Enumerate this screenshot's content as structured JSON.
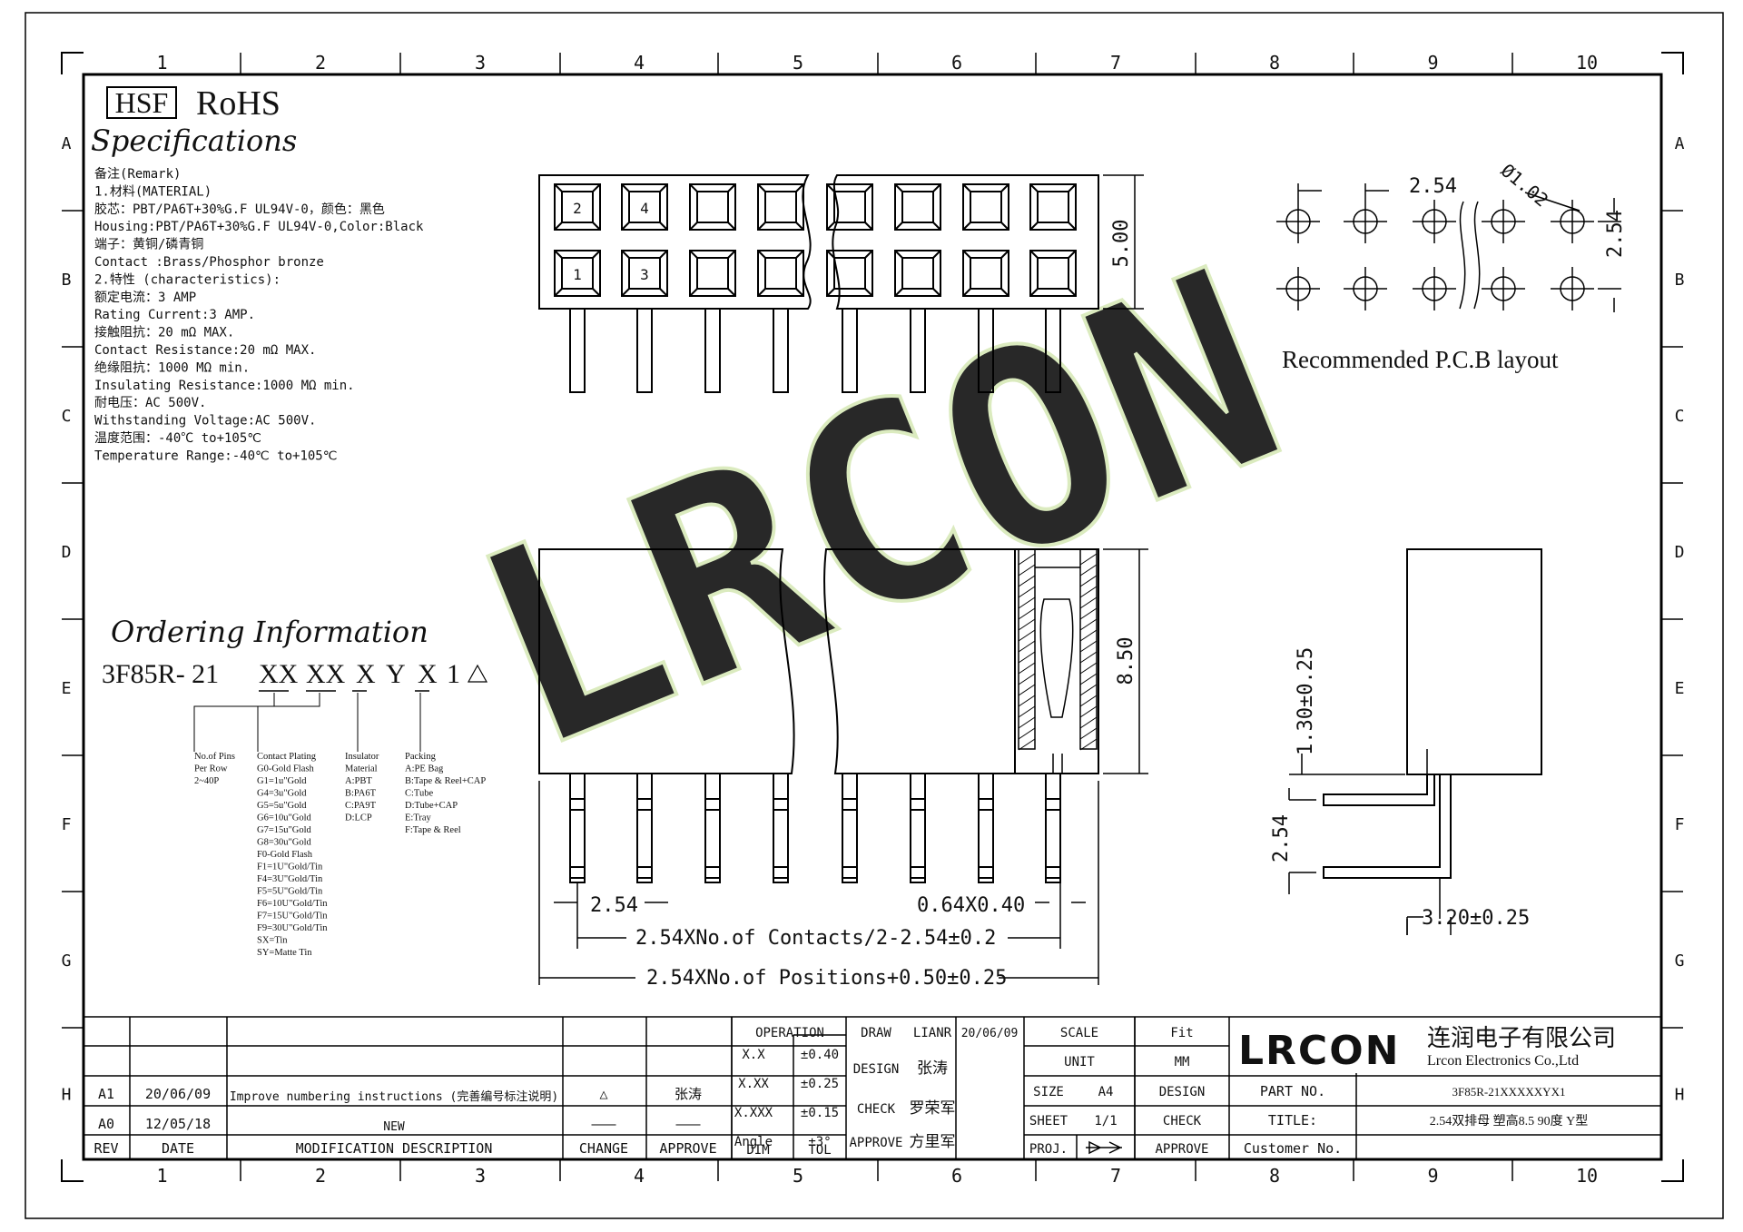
{
  "border": {
    "columns": [
      "1",
      "2",
      "3",
      "4",
      "5",
      "6",
      "7",
      "8",
      "9",
      "10"
    ],
    "rows": [
      "A",
      "B",
      "C",
      "D",
      "E",
      "F",
      "G",
      "H"
    ]
  },
  "header": {
    "hsf": "HSF",
    "rohs": "RoHS",
    "specifications": "Specifications"
  },
  "remarks": [
    "备注(Remark)",
    "1.材料(MATERIAL)",
    "胶芯：PBT/PA6T+30%G.F UL94V-0，颜色：黑色",
    "Housing:PBT/PA6T+30%G.F UL94V-0,Color:Black",
    "端子：黄铜/磷青铜",
    "Contact :Brass/Phosphor bronze",
    "2.特性 (characteristics):",
    "额定电流：3 AMP",
    "Rating Current:3 AMP.",
    "接触阻抗：20 mΩ MAX.",
    "Contact Resistance:20 mΩ MAX.",
    "绝缘阻抗：1000 MΩ min.",
    "Insulating Resistance:1000 MΩ  min.",
    "耐电压：AC 500V.",
    "Withstanding Voltage:AC 500V.",
    "温度范围：-40℃ to+105℃",
    "Temperature Range:-40℃ to+105℃"
  ],
  "top_view": {
    "pin_numbers": [
      "2",
      "4",
      "1",
      "3"
    ],
    "height_dim": "5.00"
  },
  "pcb_layout": {
    "pitch_h": "2.54",
    "hole_dia": "Ø1.02",
    "pitch_v": "2.54",
    "caption": "Recommended P.C.B layout"
  },
  "front_view": {
    "height_dim": "8.50",
    "pitch_dim": "2.54",
    "pin_size_dim": "0.64X0.40",
    "contacts_dim": "2.54XNo.of Contacts/2-2.54±0.2",
    "positions_dim": "2.54XNo.of Positions+0.50±0.25"
  },
  "side_view": {
    "dim_a": "1.30±0.25",
    "dim_b": "2.54",
    "dim_c": "3.20±0.25"
  },
  "watermark": "LRCON",
  "ordering": {
    "title": "Ordering Information",
    "code_parts": [
      "3F85R- 21",
      "XX",
      "XX",
      "X",
      "Y",
      "X",
      "1"
    ],
    "groups": [
      {
        "lines": [
          "No.of Pins",
          "Per Row",
          "2~40P"
        ]
      },
      {
        "lines": [
          "Contact Plating",
          "G0-Gold Flash",
          "G1=1u\"Gold",
          "G4=3u\"Gold",
          "G5=5u\"Gold",
          "G6=10u\"Gold",
          "G7=15u\"Gold",
          "G8=30u\"Gold",
          "F0-Gold Flash",
          "F1=1U\"Gold/Tin",
          "F4=3U\"Gold/Tin",
          "F5=5U\"Gold/Tin",
          "F6=10U\"Gold/Tin",
          "F7=15U\"Gold/Tin",
          "F9=30U\"Gold/Tin",
          "SX=Tin",
          "SY=Matte Tin"
        ]
      },
      {
        "lines": [
          "Insulator",
          "Material",
          "A:PBT",
          "B:PA6T",
          "C:PA9T",
          "D:LCP"
        ]
      },
      {
        "lines": [
          "Packing",
          "A:PE Bag",
          "B:Tape & Reel+CAP",
          "C:Tube",
          "D:Tube+CAP",
          "E:Tray",
          "F:Tape & Reel"
        ]
      }
    ]
  },
  "title_block": {
    "rev_rows": [
      {
        "rev": "A1",
        "date": "20/06/09",
        "desc": "Improve numbering instructions (完善编号标注说明)",
        "change": "△",
        "approve": "张涛"
      },
      {
        "rev": "A0",
        "date": "12/05/18",
        "desc": "NEW",
        "change": "———",
        "approve": "———"
      }
    ],
    "rev_headers": {
      "rev": "REV",
      "date": "DATE",
      "desc": "MODIFICATION DESCRIPTION",
      "change": "CHANGE",
      "approve": "APPROVE"
    },
    "tolerance": {
      "title": "OPERATION",
      "rows": [
        [
          "X.X",
          "±0.40"
        ],
        [
          "X.XX",
          "±0.25"
        ],
        [
          "X.XXX",
          "±0.15"
        ],
        [
          "Angle",
          "±3°"
        ]
      ],
      "footer": [
        "DIM",
        "TOL"
      ]
    },
    "people": {
      "draw_label": "DRAW",
      "draw_name": "LIANR",
      "draw_date": "20/06/09",
      "design_label": "DESIGN",
      "design_name": "张涛",
      "check_label": "CHECK",
      "check_name": "罗荣军",
      "approve_label": "APPROVE",
      "approve_name": "方里军"
    },
    "info": {
      "scale_label": "SCALE",
      "scale_value": "Fit",
      "unit_label": "UNIT",
      "unit_value": "MM",
      "size_label": "SIZE",
      "size_value": "A4",
      "sheet_label": "SHEET",
      "sheet_value": "1/1",
      "proj_label": "PROJ.",
      "design_label": "DESIGN",
      "check_label": "CHECK",
      "approve_label": "APPROVE"
    },
    "company": {
      "logo": "LRCON",
      "name_cn": "连润电子有限公司",
      "name_en": "Lrcon Electronics Co.,Ltd",
      "part_label": "PART NO.",
      "part_value": "3F85R-21XXXXXYX1",
      "title_label": "TITLE:",
      "title_value": "2.54双排母 塑高8.5  90度 Y型",
      "customer_label": "Customer No."
    },
    "colors": {
      "logo": "#1a3fd6"
    }
  }
}
